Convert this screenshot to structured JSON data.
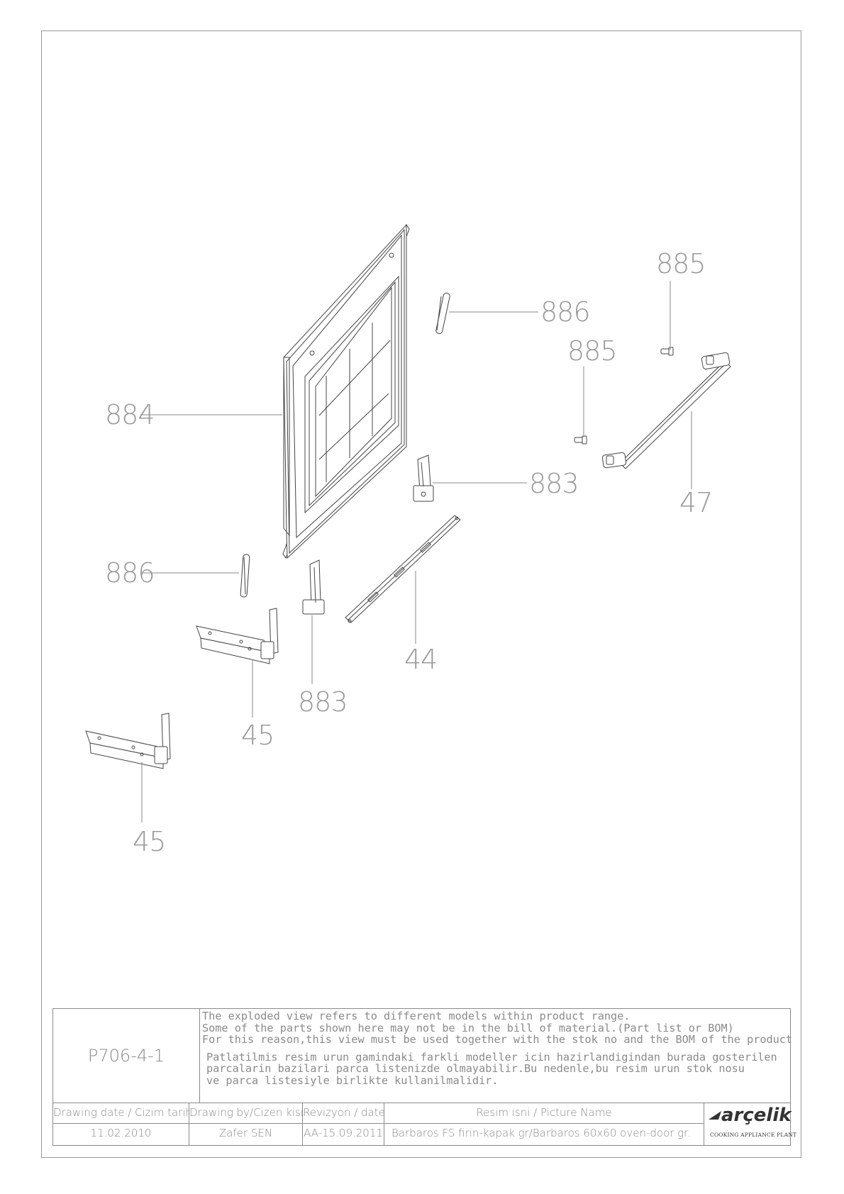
{
  "callouts": {
    "c884": "884",
    "c886_top": "886",
    "c885_left": "885",
    "c885_right": "885",
    "c883_right": "883",
    "c47": "47",
    "c886_left": "886",
    "c44": "44",
    "c883_bottom": "883",
    "c45_mid": "45",
    "c45_low": "45"
  },
  "title_block": {
    "code": "P706-4-1",
    "notes_en": [
      "The exploded view refers to different models within product range.",
      "Some of the parts shown here may not be in the bill of material.(Part list or BOM)",
      "For this reason,this view must be used together with the stok no and the BOM of the product"
    ],
    "notes_tr": [
      "Patlatilmis resim urun gamindaki farkli modeller icin hazirlandigindan burada gosterilen",
      "parcalarin bazilari parca listenizde olmayabilir.Bu nedenle,bu resim urun stok nosu",
      " ve parca listesiyle birlikte kullanilmalidir."
    ],
    "drawing_date_label": "Drawing date / Cizim tarihi",
    "drawing_date": "11.02.2010",
    "drawn_by_label": "Drawing by/Cizen kisi",
    "drawn_by": "Zafer SEN",
    "revision_label": "Revizyon / date",
    "revision": "AA-15.09.2011",
    "picture_name_label": "Resim isni / Picture Name",
    "picture_name": "Barbaros FS firin-kapak gr/Barbaros 60x60 oven-door gr.",
    "logo_text": "arçelik",
    "logo_sub": "COOKING APPLIANCE PLANT"
  }
}
